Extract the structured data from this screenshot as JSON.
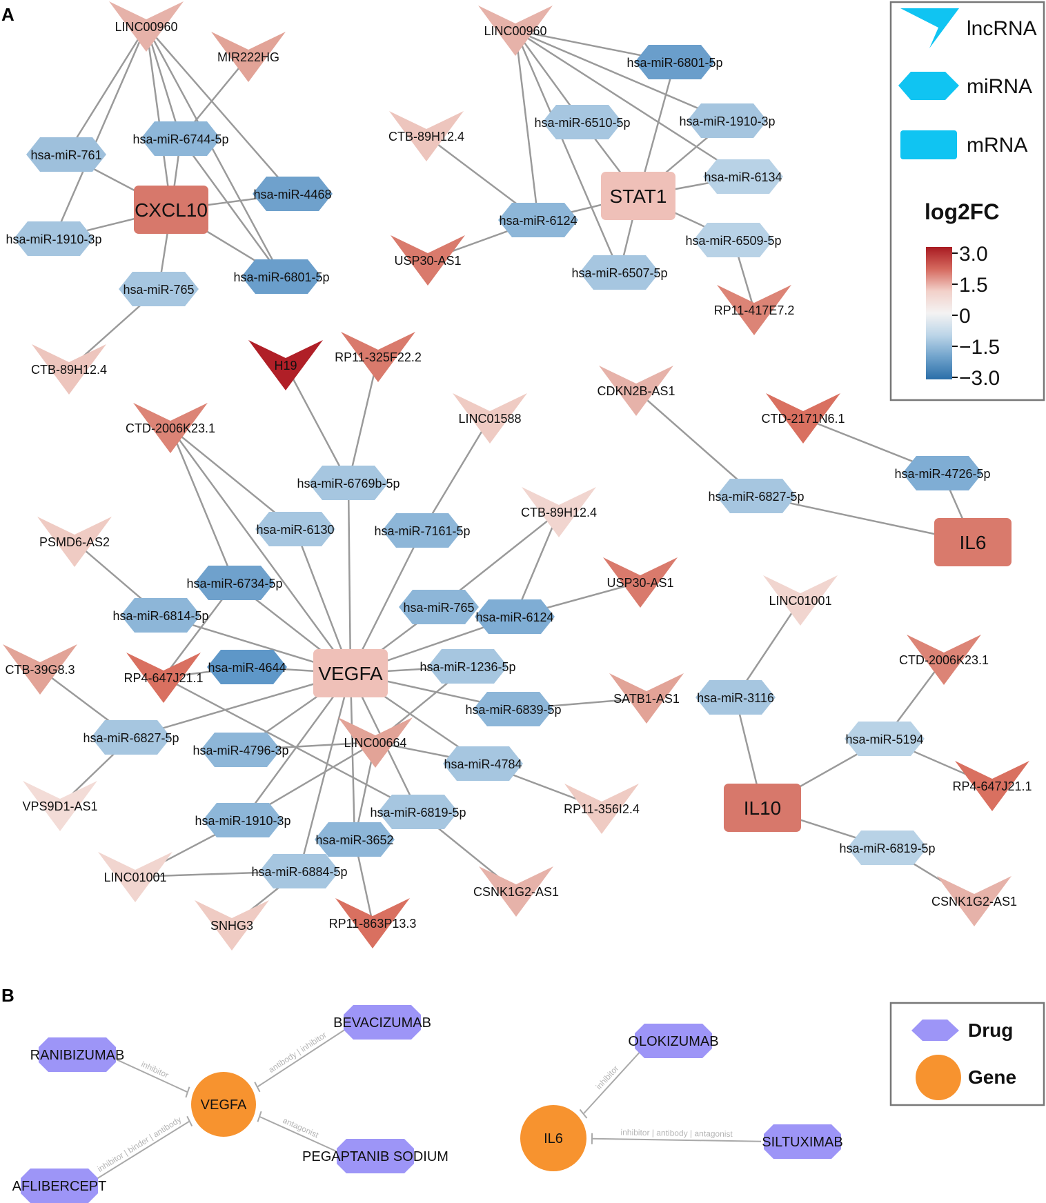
{
  "panels": {
    "a": "A",
    "b": "B"
  },
  "colors": {
    "legend_cyan": "#10c4f2",
    "drug": "#9d95f7",
    "gene_orange": "#f7932f",
    "edge": "#9a9a9a"
  },
  "legend_a": {
    "items": [
      {
        "shape": "lncRNA",
        "label": "lncRNA"
      },
      {
        "shape": "miRNA",
        "label": "miRNA"
      },
      {
        "shape": "mRNA",
        "label": "mRNA"
      }
    ],
    "scale_title": "log2FC",
    "ticks": [
      "3.0",
      "1.5",
      "0",
      "−1.5",
      "−3.0"
    ],
    "scale_colors": [
      "#a81b22",
      "#d5695e",
      "#f2d0c9",
      "#f4f3f3",
      "#bcd5e8",
      "#6fa2cb",
      "#2b6ea8"
    ]
  },
  "network_a": {
    "nodes": [
      {
        "id": "n1",
        "type": "lncRNA",
        "label": "LINC00960",
        "color": "#e6b2a9"
      },
      {
        "id": "n2",
        "type": "lncRNA",
        "label": "MIR222HG",
        "color": "#e2a397"
      },
      {
        "id": "n3",
        "type": "miRNA",
        "label": "hsa-miR-761",
        "color": "#9ec0dc"
      },
      {
        "id": "n4",
        "type": "miRNA",
        "label": "hsa-miR-6744-5p",
        "color": "#8db6d8"
      },
      {
        "id": "n5",
        "type": "mRNA",
        "label": "CXCL10",
        "color": "#d7786b"
      },
      {
        "id": "n6",
        "type": "miRNA",
        "label": "hsa-miR-4468",
        "color": "#6fa1cc"
      },
      {
        "id": "n7",
        "type": "miRNA",
        "label": "hsa-miR-1910-3p",
        "color": "#a5c5df"
      },
      {
        "id": "n8",
        "type": "miRNA",
        "label": "hsa-miR-6801-5p",
        "color": "#6a9ecb"
      },
      {
        "id": "n9",
        "type": "miRNA",
        "label": "hsa-miR-765",
        "color": "#a6c6e0"
      },
      {
        "id": "n10",
        "type": "lncRNA",
        "label": "CTB-89H12.4",
        "color": "#edc5bd"
      },
      {
        "id": "n11",
        "type": "lncRNA",
        "label": "LINC00960",
        "color": "#e6b2a9"
      },
      {
        "id": "n12",
        "type": "miRNA",
        "label": "hsa-miR-6801-5p",
        "color": "#6a9ecb"
      },
      {
        "id": "n13",
        "type": "lncRNA",
        "label": "CTB-89H12.4",
        "color": "#edc5bd"
      },
      {
        "id": "n14",
        "type": "miRNA",
        "label": "hsa-miR-6510-5p",
        "color": "#a6c6e0"
      },
      {
        "id": "n15",
        "type": "miRNA",
        "label": "hsa-miR-1910-3p",
        "color": "#a5c5df"
      },
      {
        "id": "n16",
        "type": "mRNA",
        "label": "STAT1",
        "color": "#efc0b8"
      },
      {
        "id": "n17",
        "type": "miRNA",
        "label": "hsa-miR-6134",
        "color": "#b8d2e6"
      },
      {
        "id": "n18",
        "type": "miRNA",
        "label": "hsa-miR-6124",
        "color": "#8db6d8"
      },
      {
        "id": "n19",
        "type": "lncRNA",
        "label": "USP30-AS1",
        "color": "#d97a6c"
      },
      {
        "id": "n20",
        "type": "miRNA",
        "label": "hsa-miR-6509-5p",
        "color": "#b8d2e6"
      },
      {
        "id": "n21",
        "type": "miRNA",
        "label": "hsa-miR-6507-5p",
        "color": "#a6c6e0"
      },
      {
        "id": "n22",
        "type": "lncRNA",
        "label": "RP11-417E7.2",
        "color": "#dc8476"
      },
      {
        "id": "n23",
        "type": "lncRNA",
        "label": "H19",
        "color": "#b01f27"
      },
      {
        "id": "n24",
        "type": "lncRNA",
        "label": "RP11-325F22.2",
        "color": "#d97a6c"
      },
      {
        "id": "n25",
        "type": "lncRNA",
        "label": "CTD-2006K23.1",
        "color": "#dc8476"
      },
      {
        "id": "n26",
        "type": "lncRNA",
        "label": "LINC01588",
        "color": "#efcbc3"
      },
      {
        "id": "n27",
        "type": "miRNA",
        "label": "hsa-miR-6769b-5p",
        "color": "#a6c6e0"
      },
      {
        "id": "n28",
        "type": "miRNA",
        "label": "hsa-miR-6130",
        "color": "#a6c6e0"
      },
      {
        "id": "n29",
        "type": "miRNA",
        "label": "hsa-miR-7161-5p",
        "color": "#8db6d8"
      },
      {
        "id": "n30",
        "type": "lncRNA",
        "label": "CTB-89H12.4",
        "color": "#f1d5cf"
      },
      {
        "id": "n31",
        "type": "lncRNA",
        "label": "PSMD6-AS2",
        "color": "#efcbc3"
      },
      {
        "id": "n32",
        "type": "miRNA",
        "label": "hsa-miR-6734-5p",
        "color": "#6fa1cc"
      },
      {
        "id": "n33",
        "type": "miRNA",
        "label": "hsa-miR-6814-5p",
        "color": "#8db6d8"
      },
      {
        "id": "n34",
        "type": "miRNA",
        "label": "hsa-miR-765",
        "color": "#8db6d8"
      },
      {
        "id": "n35",
        "type": "miRNA",
        "label": "hsa-miR-6124",
        "color": "#7fadd4"
      },
      {
        "id": "n36",
        "type": "lncRNA",
        "label": "USP30-AS1",
        "color": "#d97a6c"
      },
      {
        "id": "n37",
        "type": "lncRNA",
        "label": "CTB-39G8.3",
        "color": "#e2a397"
      },
      {
        "id": "n38",
        "type": "lncRNA",
        "label": "RP4-647J21.1",
        "color": "#d97060"
      },
      {
        "id": "n39",
        "type": "miRNA",
        "label": "hsa-miR-4644",
        "color": "#5e97c8"
      },
      {
        "id": "n40",
        "type": "mRNA",
        "label": "VEGFA",
        "color": "#efc0b8"
      },
      {
        "id": "n41",
        "type": "miRNA",
        "label": "hsa-miR-1236-5p",
        "color": "#a6c6e0"
      },
      {
        "id": "n42",
        "type": "miRNA",
        "label": "hsa-miR-6839-5p",
        "color": "#8db6d8"
      },
      {
        "id": "n43",
        "type": "lncRNA",
        "label": "SATB1-AS1",
        "color": "#e2a397"
      },
      {
        "id": "n44",
        "type": "miRNA",
        "label": "hsa-miR-6827-5p",
        "color": "#a6c6e0"
      },
      {
        "id": "n45",
        "type": "miRNA",
        "label": "hsa-miR-4796-3p",
        "color": "#8db6d8"
      },
      {
        "id": "n46",
        "type": "lncRNA",
        "label": "LINC00664",
        "color": "#e2a397"
      },
      {
        "id": "n47",
        "type": "miRNA",
        "label": "hsa-miR-4784",
        "color": "#a6c6e0"
      },
      {
        "id": "n48",
        "type": "lncRNA",
        "label": "VPS9D1-AS1",
        "color": "#f3dcd7"
      },
      {
        "id": "n49",
        "type": "miRNA",
        "label": "hsa-miR-6819-5p",
        "color": "#a6c6e0"
      },
      {
        "id": "n50",
        "type": "lncRNA",
        "label": "RP11-356I2.4",
        "color": "#efcbc3"
      },
      {
        "id": "n51",
        "type": "miRNA",
        "label": "hsa-miR-1910-3p",
        "color": "#8db6d8"
      },
      {
        "id": "n52",
        "type": "miRNA",
        "label": "hsa-miR-3652",
        "color": "#8db6d8"
      },
      {
        "id": "n53",
        "type": "lncRNA",
        "label": "LINC01001",
        "color": "#f1d5cf"
      },
      {
        "id": "n54",
        "type": "miRNA",
        "label": "hsa-miR-6884-5p",
        "color": "#a6c6e0"
      },
      {
        "id": "n55",
        "type": "lncRNA",
        "label": "CSNK1G2-AS1",
        "color": "#e6b2a9"
      },
      {
        "id": "n56",
        "type": "lncRNA",
        "label": "SNHG3",
        "color": "#efcbc3"
      },
      {
        "id": "n57",
        "type": "lncRNA",
        "label": "RP11-863P13.3",
        "color": "#d97060"
      },
      {
        "id": "n58",
        "type": "lncRNA",
        "label": "CDKN2B-AS1",
        "color": "#e6b2a9"
      },
      {
        "id": "n59",
        "type": "lncRNA",
        "label": "CTD-2171N6.1",
        "color": "#d97060"
      },
      {
        "id": "n60",
        "type": "miRNA",
        "label": "hsa-miR-4726-5p",
        "color": "#7fadd4"
      },
      {
        "id": "n61",
        "type": "miRNA",
        "label": "hsa-miR-6827-5p",
        "color": "#a6c6e0"
      },
      {
        "id": "n62",
        "type": "mRNA",
        "label": "IL6",
        "color": "#d97a6c"
      },
      {
        "id": "n63",
        "type": "lncRNA",
        "label": "LINC01001",
        "color": "#f1d5cf"
      },
      {
        "id": "n64",
        "type": "miRNA",
        "label": "hsa-miR-3116",
        "color": "#a6c6e0"
      },
      {
        "id": "n65",
        "type": "lncRNA",
        "label": "CTD-2006K23.1",
        "color": "#dc8476"
      },
      {
        "id": "n66",
        "type": "miRNA",
        "label": "hsa-miR-5194",
        "color": "#b8d2e6"
      },
      {
        "id": "n67",
        "type": "lncRNA",
        "label": "RP4-647J21.1",
        "color": "#d97060"
      },
      {
        "id": "n68",
        "type": "mRNA",
        "label": "IL10",
        "color": "#d7786b"
      },
      {
        "id": "n69",
        "type": "miRNA",
        "label": "hsa-miR-6819-5p",
        "color": "#b8d2e6"
      },
      {
        "id": "n70",
        "type": "lncRNA",
        "label": "CSNK1G2-AS1",
        "color": "#e6b2a9"
      }
    ],
    "edges": [
      [
        "n1",
        "n3"
      ],
      [
        "n1",
        "n4"
      ],
      [
        "n1",
        "n5"
      ],
      [
        "n1",
        "n6"
      ],
      [
        "n1",
        "n7"
      ],
      [
        "n1",
        "n8"
      ],
      [
        "n2",
        "n4"
      ],
      [
        "n3",
        "n5"
      ],
      [
        "n4",
        "n5"
      ],
      [
        "n4",
        "n8"
      ],
      [
        "n5",
        "n6"
      ],
      [
        "n5",
        "n7"
      ],
      [
        "n5",
        "n8"
      ],
      [
        "n5",
        "n9"
      ],
      [
        "n9",
        "n10"
      ],
      [
        "n11",
        "n12"
      ],
      [
        "n11",
        "n14"
      ],
      [
        "n11",
        "n15"
      ],
      [
        "n11",
        "n17"
      ],
      [
        "n11",
        "n18"
      ],
      [
        "n11",
        "n21"
      ],
      [
        "n12",
        "n16"
      ],
      [
        "n13",
        "n18"
      ],
      [
        "n14",
        "n16"
      ],
      [
        "n15",
        "n16"
      ],
      [
        "n16",
        "n17"
      ],
      [
        "n16",
        "n18"
      ],
      [
        "n16",
        "n20"
      ],
      [
        "n16",
        "n21"
      ],
      [
        "n18",
        "n19"
      ],
      [
        "n20",
        "n22"
      ],
      [
        "n23",
        "n27"
      ],
      [
        "n24",
        "n27"
      ],
      [
        "n27",
        "n40"
      ],
      [
        "n25",
        "n28"
      ],
      [
        "n25",
        "n32"
      ],
      [
        "n28",
        "n40"
      ],
      [
        "n26",
        "n29"
      ],
      [
        "n29",
        "n40"
      ],
      [
        "n32",
        "n40"
      ],
      [
        "n32",
        "n38"
      ],
      [
        "n31",
        "n33"
      ],
      [
        "n33",
        "n40"
      ],
      [
        "n34",
        "n40"
      ],
      [
        "n34",
        "n30"
      ],
      [
        "n35",
        "n40"
      ],
      [
        "n35",
        "n36"
      ],
      [
        "n35",
        "n30"
      ],
      [
        "n25",
        "n40"
      ],
      [
        "n39",
        "n40"
      ],
      [
        "n39",
        "n38"
      ],
      [
        "n40",
        "n41"
      ],
      [
        "n40",
        "n42"
      ],
      [
        "n42",
        "n43"
      ],
      [
        "n40",
        "n44"
      ],
      [
        "n40",
        "n45"
      ],
      [
        "n40",
        "n47"
      ],
      [
        "n40",
        "n49"
      ],
      [
        "n40",
        "n51"
      ],
      [
        "n40",
        "n52"
      ],
      [
        "n40",
        "n54"
      ],
      [
        "n37",
        "n44"
      ],
      [
        "n44",
        "n48"
      ],
      [
        "n45",
        "n46"
      ],
      [
        "n46",
        "n47"
      ],
      [
        "n46",
        "n51"
      ],
      [
        "n46",
        "n52"
      ],
      [
        "n46",
        "n41"
      ],
      [
        "n38",
        "n49"
      ],
      [
        "n47",
        "n50"
      ],
      [
        "n49",
        "n55"
      ],
      [
        "n51",
        "n53"
      ],
      [
        "n53",
        "n54"
      ],
      [
        "n54",
        "n56"
      ],
      [
        "n52",
        "n57"
      ],
      [
        "n58",
        "n61"
      ],
      [
        "n61",
        "n62"
      ],
      [
        "n59",
        "n60"
      ],
      [
        "n60",
        "n62"
      ],
      [
        "n63",
        "n64"
      ],
      [
        "n64",
        "n68"
      ],
      [
        "n65",
        "n66"
      ],
      [
        "n66",
        "n68"
      ],
      [
        "n66",
        "n67"
      ],
      [
        "n68",
        "n69"
      ],
      [
        "n69",
        "n70"
      ]
    ]
  },
  "network_b": {
    "drugs": [
      {
        "id": "d1",
        "label": "BEVACIZUMAB"
      },
      {
        "id": "d2",
        "label": "RANIBIZUMAB"
      },
      {
        "id": "d3",
        "label": "AFLIBERCEPT"
      },
      {
        "id": "d4",
        "label": "PEGAPTANIB SODIUM"
      },
      {
        "id": "d5",
        "label": "OLOKIZUMAB"
      },
      {
        "id": "d6",
        "label": "SILTUXIMAB"
      }
    ],
    "genes": [
      {
        "id": "g1",
        "label": "VEGFA"
      },
      {
        "id": "g2",
        "label": "IL6"
      }
    ],
    "edges": [
      {
        "from": "d2",
        "to": "g1",
        "label": "inhibitor"
      },
      {
        "from": "d1",
        "to": "g1",
        "label": "antibody | inhibitor"
      },
      {
        "from": "d3",
        "to": "g1",
        "label": "inhibitor | binder | antibody"
      },
      {
        "from": "d4",
        "to": "g1",
        "label": "antagonist"
      },
      {
        "from": "d5",
        "to": "g2",
        "label": "inhibitor"
      },
      {
        "from": "d6",
        "to": "g2",
        "label": "inhibitor | antibody | antagonist"
      }
    ]
  },
  "legend_b": {
    "items": [
      {
        "shape": "drug",
        "label": "Drug"
      },
      {
        "shape": "gene",
        "label": "Gene"
      }
    ]
  }
}
